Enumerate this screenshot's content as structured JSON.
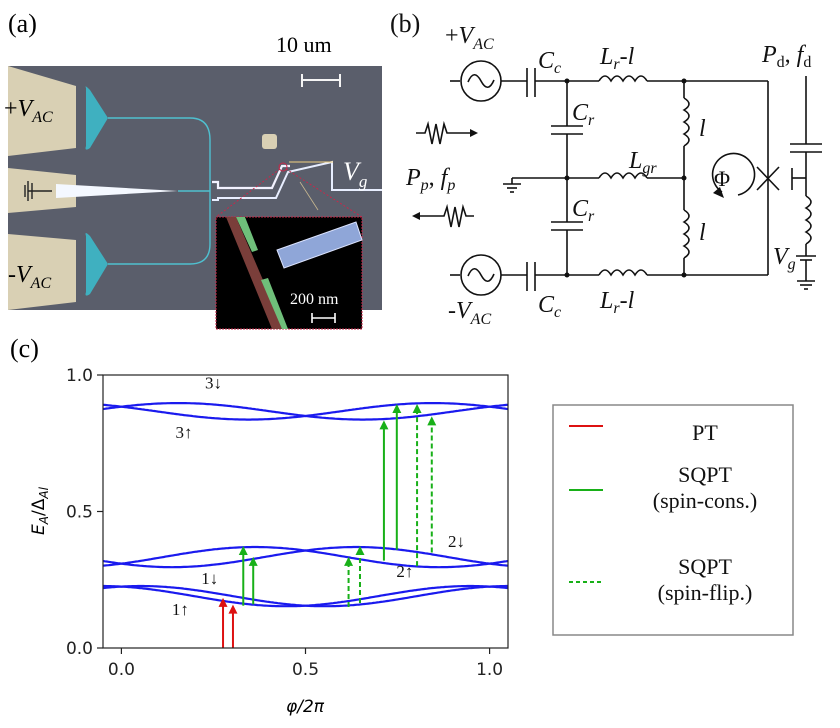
{
  "panels": {
    "a": {
      "label": "(a)",
      "scale_bar": "10 um",
      "plus_vac": {
        "sign": "+",
        "v": "V",
        "sub": "AC"
      },
      "minus_vac": {
        "sign": "-",
        "v": "V",
        "sub": "AC"
      },
      "vg": {
        "v": "V",
        "sub": "g"
      },
      "inset_scale_bar": "200 nm",
      "colors": {
        "background": "#5a5e6b",
        "pads": "#d9d0b4",
        "cyan": "#3fb0c0",
        "inset_bg": "#000000",
        "inset_frame": "#c8284a",
        "nanowire": "#8a4a44",
        "contact_green": "#6fbf7a",
        "gate_blue": "#8fa6d8"
      }
    },
    "b": {
      "label": "(b)",
      "plus_vac": {
        "sign": "+",
        "v": "V",
        "sub": "AC"
      },
      "minus_vac": {
        "sign": "-",
        "v": "V",
        "sub": "AC"
      },
      "cc": {
        "c": "C",
        "sub": "c"
      },
      "cr": {
        "c": "C",
        "sub": "r"
      },
      "lr": {
        "l": "L",
        "sub": "r",
        "suffix": "-l"
      },
      "lgr": {
        "l": "L",
        "sub": "gr"
      },
      "l_small": "l",
      "phi": "Φ",
      "pd": {
        "p": "P",
        "psub": "d",
        "f": "f",
        "fsub": "d"
      },
      "pp": {
        "p": "P",
        "psub": "p",
        "f": "f",
        "fsub": "p"
      },
      "vg": {
        "v": "V",
        "sub": "g"
      }
    },
    "c": {
      "label": "(c)"
    }
  },
  "chart_data": {
    "type": "line",
    "title": "",
    "xlabel": "φ/2π",
    "ylabel": "E_A/Δ_Al",
    "xlim": [
      -0.05,
      1.05
    ],
    "ylim": [
      0.0,
      1.0
    ],
    "xticks": [
      "0.0",
      "0.5",
      "1.0"
    ],
    "xtick_values": [
      0.0,
      0.5,
      1.0
    ],
    "yticks": [
      "0.0",
      "0.5",
      "1.0"
    ],
    "ytick_values": [
      0.0,
      0.5,
      1.0
    ],
    "grid": false,
    "band_color": "#1a1aee",
    "bands": [
      {
        "name": "1↑",
        "center": 0.19,
        "amp": 0.035,
        "split": 0.012,
        "spin": "up"
      },
      {
        "name": "1↓",
        "center": 0.19,
        "amp": 0.035,
        "split": 0.012,
        "spin": "down"
      },
      {
        "name": "2↑",
        "center": 0.333,
        "amp": 0.024,
        "split": 0.028,
        "spin": "up"
      },
      {
        "name": "2↓",
        "center": 0.333,
        "amp": 0.024,
        "split": 0.028,
        "spin": "down"
      },
      {
        "name": "3↑",
        "center": 0.867,
        "amp": 0.017,
        "split": 0.025,
        "spin": "up"
      },
      {
        "name": "3↓",
        "center": 0.867,
        "amp": 0.017,
        "split": 0.025,
        "spin": "down"
      }
    ],
    "band_labels": [
      {
        "text": "3↓",
        "x": 0.25,
        "y": 0.95
      },
      {
        "text": "3↑",
        "x": 0.17,
        "y": 0.77
      },
      {
        "text": "2↓",
        "x": 0.91,
        "y": 0.37
      },
      {
        "text": "2↑",
        "x": 0.77,
        "y": 0.26
      },
      {
        "text": "1↓",
        "x": 0.24,
        "y": 0.235
      },
      {
        "text": "1↑",
        "x": 0.16,
        "y": 0.12
      }
    ],
    "transitions": [
      {
        "type": "PT",
        "x": 0.276,
        "y0": 0.0,
        "y1": 0.18
      },
      {
        "type": "PT",
        "x": 0.303,
        "y0": 0.0,
        "y1": 0.155
      },
      {
        "type": "SQPT-cons",
        "x": 0.331,
        "y0": 0.155,
        "y1": 0.37
      },
      {
        "type": "SQPT-cons",
        "x": 0.358,
        "y0": 0.16,
        "y1": 0.33
      },
      {
        "type": "SQPT-flip",
        "x": 0.617,
        "y0": 0.15,
        "y1": 0.33
      },
      {
        "type": "SQPT-flip",
        "x": 0.648,
        "y0": 0.165,
        "y1": 0.37
      },
      {
        "type": "SQPT-cons",
        "x": 0.713,
        "y0": 0.32,
        "y1": 0.83
      },
      {
        "type": "SQPT-cons",
        "x": 0.748,
        "y0": 0.36,
        "y1": 0.89
      },
      {
        "type": "SQPT-flip",
        "x": 0.803,
        "y0": 0.3,
        "y1": 0.89
      },
      {
        "type": "SQPT-flip",
        "x": 0.843,
        "y0": 0.35,
        "y1": 0.845
      }
    ],
    "legend": {
      "placement": "right",
      "entries": [
        {
          "label": "PT",
          "sublabel": "",
          "color": "#dd1111",
          "style": "solid"
        },
        {
          "label": "SQPT",
          "sublabel": "(spin-cons.)",
          "color": "#18b018",
          "style": "solid"
        },
        {
          "label": "SQPT",
          "sublabel": "(spin-flip.)",
          "color": "#18b018",
          "style": "dashed"
        }
      ]
    }
  }
}
